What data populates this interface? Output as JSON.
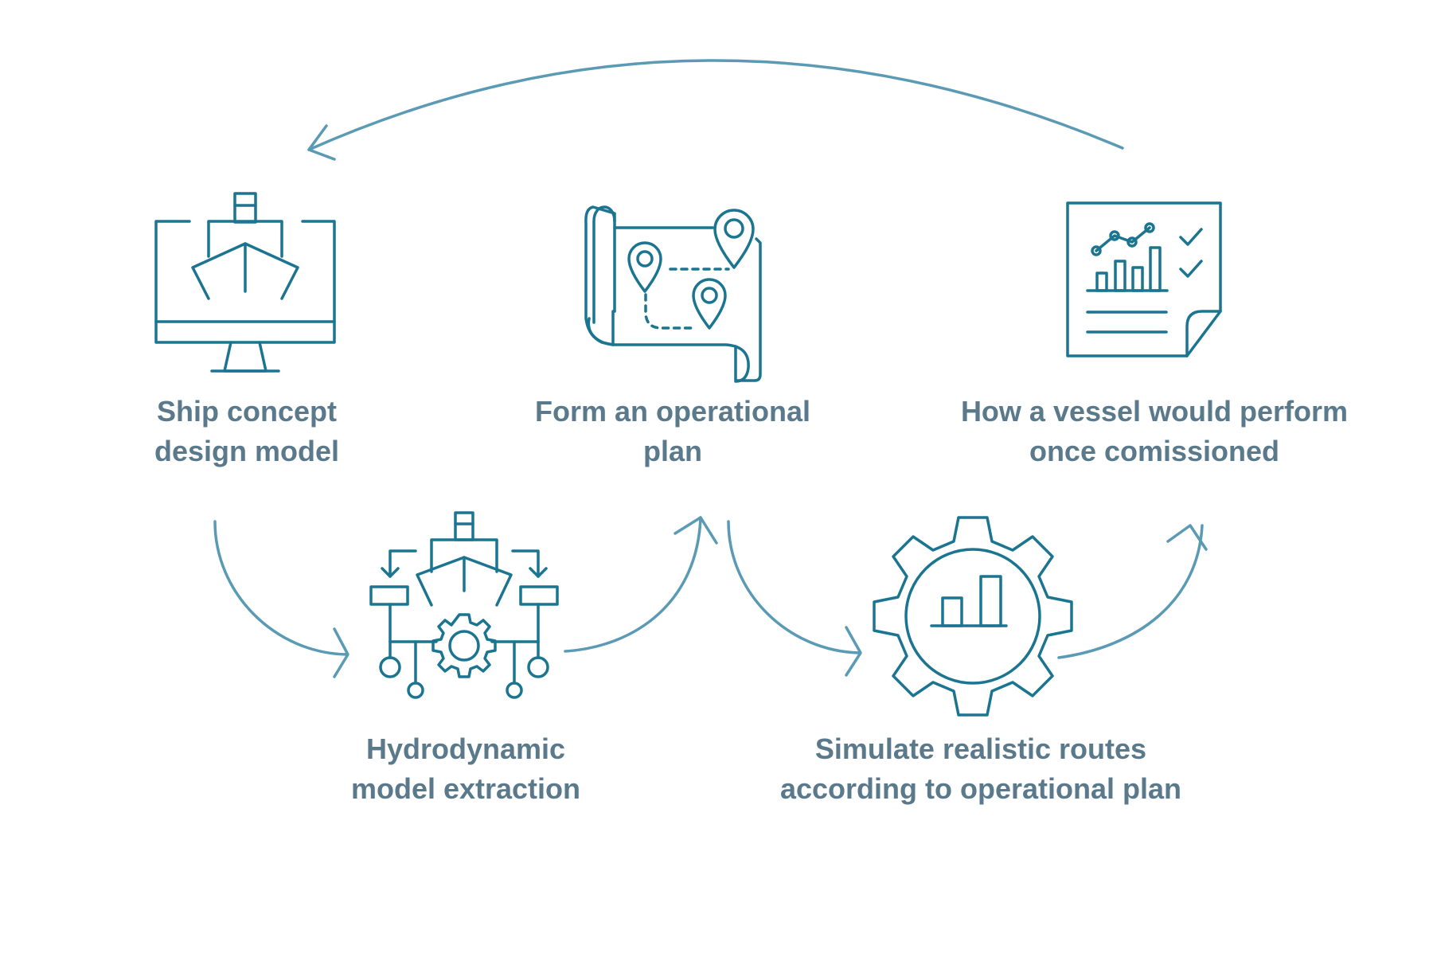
{
  "colors": {
    "icon": "#1c7590",
    "arrow": "#5a9ab4",
    "text": "#5a7a8c",
    "background": "#ffffff"
  },
  "steps": [
    {
      "id": "ship-concept",
      "icon": "monitor-ship-icon",
      "lines": [
        "Ship concept",
        "design model"
      ]
    },
    {
      "id": "hydrodynamic",
      "icon": "ship-gear-circuit-icon",
      "lines": [
        "Hydrodynamic",
        "model extraction"
      ]
    },
    {
      "id": "operational-plan",
      "icon": "map-pins-icon",
      "lines": [
        "Form an operational",
        "plan"
      ]
    },
    {
      "id": "simulate-routes",
      "icon": "gear-chart-icon",
      "lines": [
        "Simulate realistic routes",
        "according to operational plan"
      ]
    },
    {
      "id": "vessel-performance",
      "icon": "report-document-icon",
      "lines": [
        "How a vessel would perform",
        "once comissioned"
      ]
    }
  ]
}
